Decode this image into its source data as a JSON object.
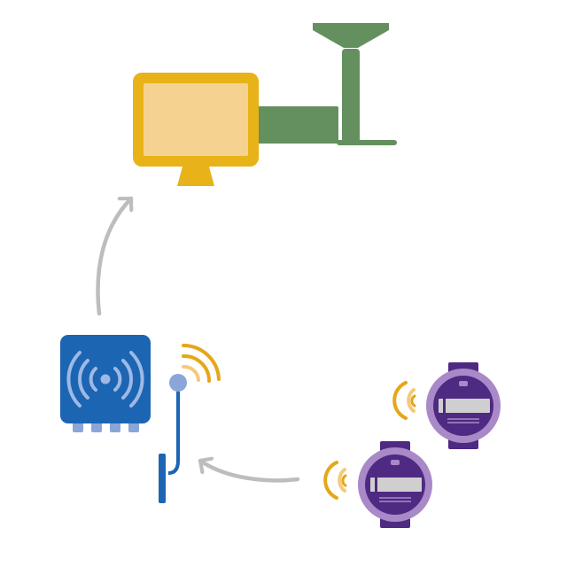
{
  "diagram": {
    "description_nodes": [
      {
        "id": "display-station",
        "kind": "monitor-with-desk-lamp"
      },
      {
        "id": "rf-reader",
        "kind": "wireless-receiver-box"
      },
      {
        "id": "antenna",
        "kind": "antenna-mast"
      },
      {
        "id": "meter-1",
        "kind": "utility-meter"
      },
      {
        "id": "meter-2",
        "kind": "utility-meter"
      }
    ],
    "edges": [
      {
        "from": "meter-2",
        "to": "antenna"
      },
      {
        "from": "rf-reader",
        "to": "display-station"
      }
    ]
  },
  "colors": {
    "monitor_frame": "#E8B219",
    "monitor_screen": "#F6D290",
    "lamp": "#64905F",
    "reader_box": "#1C65B3",
    "reader_waves": "#9DB9E6",
    "reader_pins": "#8AA6D8",
    "antenna_pole": "#1C65B3",
    "antenna_tip": "#8AA6D8",
    "signal_outer": "#E5A719",
    "signal_inner": "#F6C97A",
    "meter_ring": "#A989C8",
    "meter_body": "#4E2A82",
    "meter_display": "#CFCFCF",
    "arrow": "#BDBDBF"
  },
  "icons": {
    "monitor": "monitor-icon",
    "lamp": "desk-lamp-icon",
    "reader": "wireless-reader-icon",
    "antenna": "antenna-icon",
    "meter": "utility-meter-icon",
    "signal": "wifi-signal-icon"
  }
}
